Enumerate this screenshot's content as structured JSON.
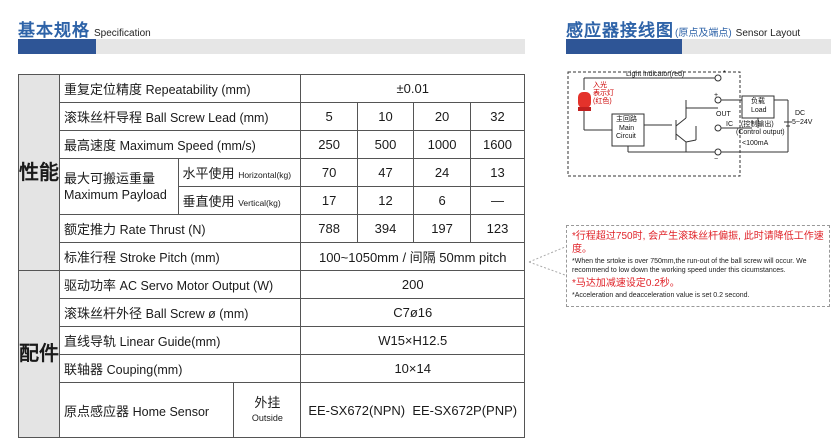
{
  "left_header": {
    "title_cn": "基本规格",
    "title_en": "Specification"
  },
  "right_header": {
    "title_cn": "感应器接线图",
    "title_sub": "(原点及端点)",
    "title_en": "Sensor Layout"
  },
  "spec": {
    "group1": "性能",
    "group2": "配件",
    "rows": {
      "repeatability": {
        "cn": "重复定位精度",
        "en": "Repeatability (mm)",
        "value": "±0.01"
      },
      "lead": {
        "cn": "滚珠丝杆导程",
        "en": "Ball Screw Lead (mm)",
        "values": [
          "5",
          "10",
          "20",
          "32"
        ]
      },
      "speed": {
        "cn": "最高速度",
        "en": "Maximum Speed (mm/s)",
        "values": [
          "250",
          "500",
          "1000",
          "1600"
        ]
      },
      "payload": {
        "cn": "最大可搬运重量",
        "en": "Maximum Payload",
        "horizontal": {
          "cn": "水平使用",
          "en": "Horizontal(kg)",
          "values": [
            "70",
            "47",
            "24",
            "13"
          ]
        },
        "vertical": {
          "cn": "垂直使用",
          "en": "Vertical(kg)",
          "values": [
            "17",
            "12",
            "6",
            "—"
          ]
        }
      },
      "thrust": {
        "cn": "额定推力",
        "en": "Rate Thrust (N)",
        "values": [
          "788",
          "394",
          "197",
          "123"
        ]
      },
      "stroke": {
        "cn": "标准行程",
        "en": "Stroke Pitch (mm)",
        "value": "100~1050mm / 间隔 50mm pitch"
      },
      "motor": {
        "cn": "驱动功率",
        "en": "AC Servo Motor Output (W)",
        "value": "200"
      },
      "screw_od": {
        "cn": "滚珠丝杆外径",
        "en": "Ball Screw ø (mm)",
        "value": "C7ø16"
      },
      "guide": {
        "cn": "直线导轨",
        "en": "Linear Guide(mm)",
        "value": "W15×H12.5"
      },
      "coupling": {
        "cn": "联轴器",
        "en": "Couping(mm)",
        "value": "10×14"
      },
      "home": {
        "cn": "原点感应器",
        "en": "Home Sensor",
        "sub_cn": "外挂",
        "sub_en": "Outside",
        "value": "EE-SX672(NPN)  EE-SX672P(PNP)"
      }
    }
  },
  "note": {
    "cn1": "*行程超过750时, 会产生滚珠丝杆偏振, 此时请降低工作速度。",
    "en1": "*When the srtoke is over 750mm,the run-out of the ball screw will occur. We recommend to low down the working speed under this cicumstances.",
    "cn2": "*马达加减速设定0.2秒。",
    "en2": "*Acceleration and deacceleration value is set 0.2 second."
  },
  "diagram": {
    "light_indicator": "Light indicator(red)",
    "lamp_cn1": "入光",
    "lamp_cn2": "表示灯",
    "lamp_cn3": "(红色)",
    "main_cn": "主回路",
    "main_en1": "Main",
    "main_en2": "Circuit",
    "load_cn": "负载",
    "load_en": "Load",
    "out": "OUT",
    "ic": "IC",
    "control_cn": "(控制输出)",
    "control_en": "(Control output)",
    "current": "<100mA",
    "dc": "DC",
    "voltage": "5~24V",
    "plus": "+",
    "minus": "−",
    "star": "*",
    "lamp_color": "#e4322b"
  }
}
